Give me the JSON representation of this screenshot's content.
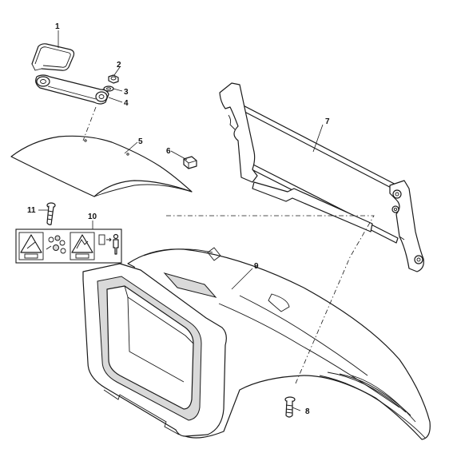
{
  "callouts": {
    "c1": "1",
    "c2": "2",
    "c3": "3",
    "c4": "4",
    "c5": "5",
    "c6": "6",
    "c7": "7",
    "c8": "8",
    "c9": "9",
    "c10": "10",
    "c11": "11"
  },
  "parts": [
    {
      "ref": "1",
      "icon": "wire-handle"
    },
    {
      "ref": "2",
      "icon": "nut"
    },
    {
      "ref": "3",
      "icon": "washer"
    },
    {
      "ref": "4",
      "icon": "latch-arm"
    },
    {
      "ref": "5",
      "icon": "cover-plate"
    },
    {
      "ref": "6",
      "icon": "clip"
    },
    {
      "ref": "7",
      "icon": "mounting-bracket"
    },
    {
      "ref": "8",
      "icon": "bolt"
    },
    {
      "ref": "9",
      "icon": "discharge-chute"
    },
    {
      "ref": "10",
      "icon": "warning-decal"
    },
    {
      "ref": "11",
      "icon": "bolt"
    }
  ],
  "colors": {
    "line": "#1a1a1a",
    "shade": "#d9d9d9",
    "background": "#ffffff"
  }
}
